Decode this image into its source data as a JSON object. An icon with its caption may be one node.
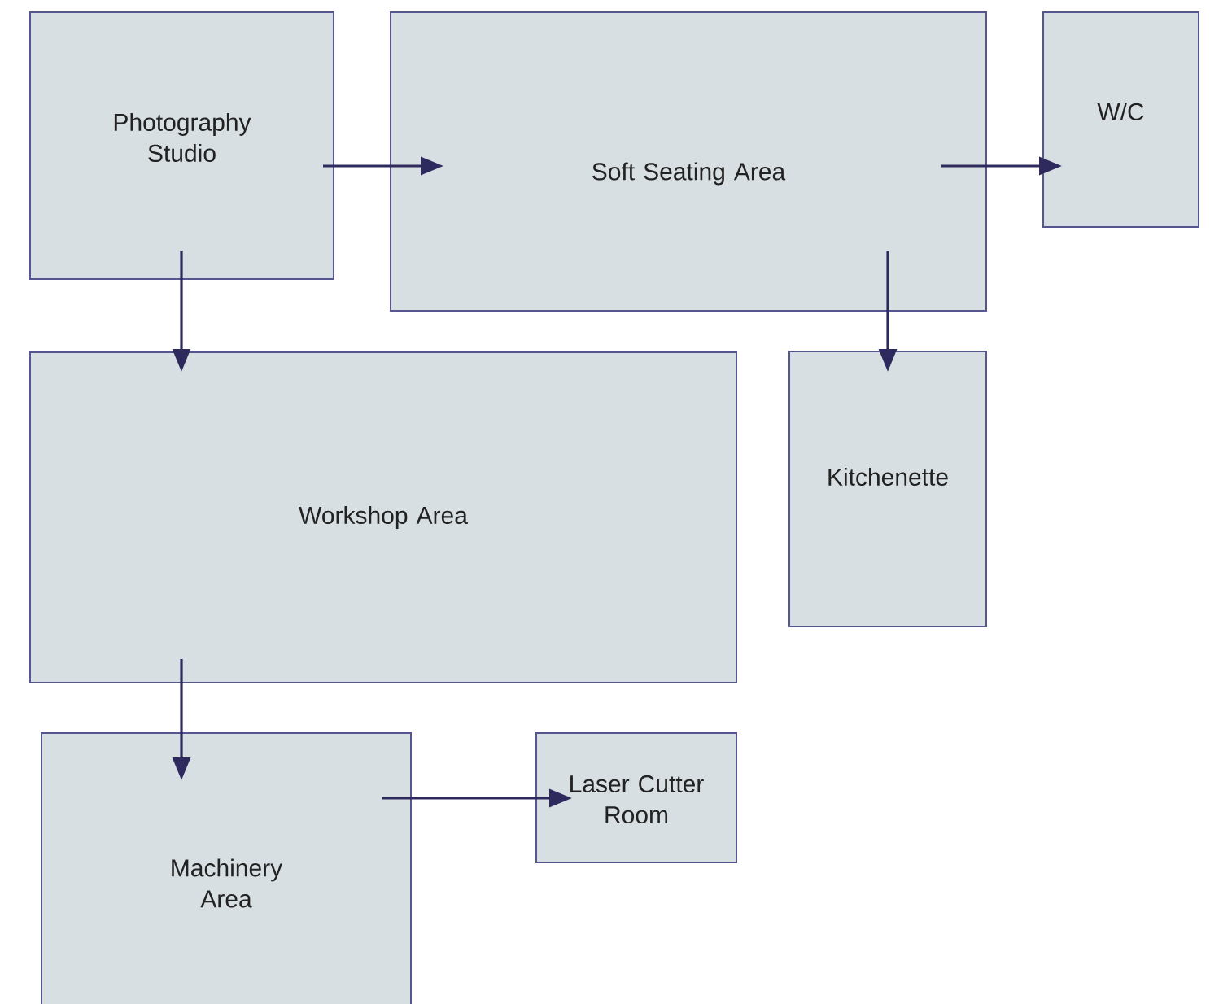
{
  "diagram": {
    "nodes": [
      {
        "text": [
          "Photography Studio"
        ]
      },
      {
        "text": [
          "Soft Seating Area"
        ]
      },
      {
        "text": [
          "W/C"
        ]
      },
      {
        "text": [
          "Workshop Area"
        ]
      },
      {
        "text": [
          "Kitchenette"
        ]
      },
      {
        "text": [
          "Machinery Area"
        ]
      },
      {
        "text": [
          "Laser Cutter Room"
        ]
      }
    ],
    "edges": [
      {
        "from": 0,
        "to": 1,
        "arrow": "to"
      },
      {
        "from": 1,
        "to": 2,
        "arrow": "to"
      },
      {
        "from": 0,
        "to": 3,
        "arrow": "to"
      },
      {
        "from": 1,
        "to": 4,
        "arrow": "to"
      },
      {
        "from": 3,
        "to": 5,
        "arrow": "to"
      },
      {
        "from": 5,
        "to": 6,
        "arrow": "to"
      }
    ]
  }
}
